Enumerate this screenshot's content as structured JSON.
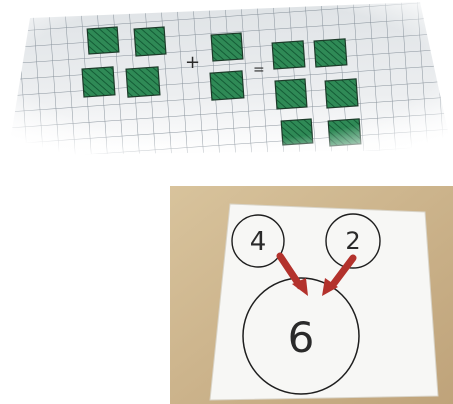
{
  "grid_photo": {
    "addend_left_count": 4,
    "addend_right_count": 2,
    "sum_count": 6,
    "plus_sign": "+",
    "equals_sign": "=",
    "square_color": "#1f7a4d",
    "paper_color": "#eef0f1"
  },
  "bond_photo": {
    "part_left": "4",
    "part_right": "2",
    "whole": "6",
    "arrow_color": "#b3322c",
    "card_color": "#f7f7f5",
    "table_color": "#c9b089"
  }
}
